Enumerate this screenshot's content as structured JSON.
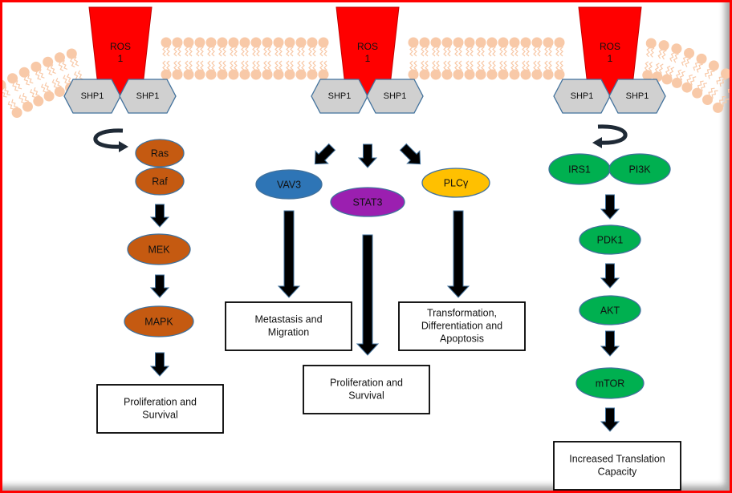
{
  "colors": {
    "receptor": "#ff0000",
    "shp1": "#d0d0d0",
    "membrane": "#f8c9a8",
    "ras_mapk_pathway": "#c55a11",
    "vav3": "#2e75b6",
    "stat3": "#9b1fb0",
    "plcg": "#ffc000",
    "pi3k_pathway": "#00b050",
    "outline": "#41719c",
    "border": "#ff0000"
  },
  "receptors": [
    {
      "label_line1": "ROS",
      "label_line2": "1",
      "shp1_left": "SHP1",
      "shp1_right": "SHP1"
    },
    {
      "label_line1": "ROS",
      "label_line2": "1",
      "shp1_left": "SHP1",
      "shp1_right": "SHP1"
    },
    {
      "label_line1": "ROS",
      "label_line2": "1",
      "shp1_left": "SHP1",
      "shp1_right": "SHP1"
    }
  ],
  "left_pathway": {
    "nodes": [
      "Ras",
      "Raf",
      "MEK",
      "MAPK"
    ],
    "outcome_line1": "Proliferation and",
    "outcome_line2": "Survival"
  },
  "middle_pathway": {
    "nodes": [
      "VAV3",
      "STAT3",
      "PLCγ"
    ],
    "outcome_vav3_line1": "Metastasis and",
    "outcome_vav3_line2": "Migration",
    "outcome_stat3_line1": "Proliferation and",
    "outcome_stat3_line2": "Survival",
    "outcome_plcg_line1": "Transformation,",
    "outcome_plcg_line2": "Differentiation and",
    "outcome_plcg_line3": "Apoptosis"
  },
  "right_pathway": {
    "nodes": [
      "IRS1",
      "PI3K",
      "PDK1",
      "AKT",
      "mTOR"
    ],
    "outcome_line1": "Increased Translation",
    "outcome_line2": "Capacity"
  }
}
